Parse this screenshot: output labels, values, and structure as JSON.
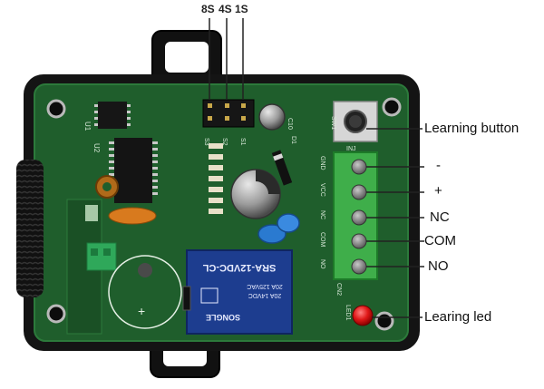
{
  "jumper_labels": [
    "8S",
    "4S",
    "1S"
  ],
  "callouts": {
    "learning_button": "Learning button",
    "terminal_minus": "-",
    "terminal_plus": "+",
    "terminal_nc": "NC",
    "terminal_com": "COM",
    "terminal_no": "NO",
    "learning_led": "Learing led"
  },
  "board_text": {
    "relay_model": "SRA-12VDC-CL",
    "relay_rating1": "20A 14VDC",
    "relay_rating2": "20A 125VAC",
    "relay_brand": "SONGLE",
    "terminal_gnd": "GND",
    "terminal_vcc": "VCC",
    "terminal_nc": "NC",
    "terminal_com": "COM",
    "terminal_no": "NO",
    "sw_label": "SW1",
    "led_label": "LED1",
    "inj_label": "INJ",
    "cap_label": "C10",
    "ic_label": "U1",
    "u2_label": "U2",
    "d1_label": "D1",
    "cn_label": "CN2",
    "jumper_s3": "S3",
    "jumper_s2": "S2",
    "jumper_s1": "S1"
  },
  "colors": {
    "pcb": "#1f5e2c",
    "case": "#1a1a1a",
    "terminal": "#3fae4a",
    "relay": "#1d3d8f",
    "led": "#e02020"
  }
}
